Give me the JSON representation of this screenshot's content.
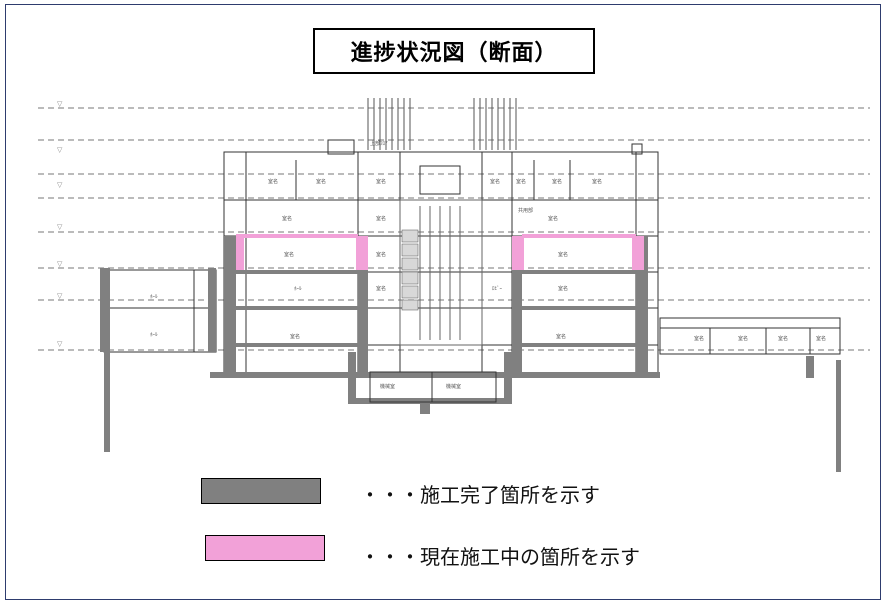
{
  "title": "進捗状況図（断面）",
  "colors": {
    "frame": "#2e3c6e",
    "completed": "#808080",
    "in_progress": "#f2a1d8",
    "line": "#333333",
    "dashed": "#777777"
  },
  "room_labels": [
    "上部ﾌﾛｱ",
    "室名",
    "室名",
    "室名",
    "室名",
    "室名",
    "室名",
    "室名",
    "共用部",
    "室名",
    "室名",
    "室名",
    "室名",
    "室名",
    "室名",
    "ﾎｰﾙ",
    "ﾎｰﾙ",
    "室名",
    "ﾛﾋﾞｰ",
    "ﾎｰﾙ",
    "室名",
    "室名",
    "室名",
    "機械室",
    "機械室",
    "室名",
    "室名",
    "室名",
    "室名"
  ],
  "legend": [
    {
      "label": "・・・施工完了箇所を示す",
      "color": "#808080"
    },
    {
      "label": "・・・現在施工中の箇所を示す",
      "color": "#f2a1d8"
    }
  ]
}
